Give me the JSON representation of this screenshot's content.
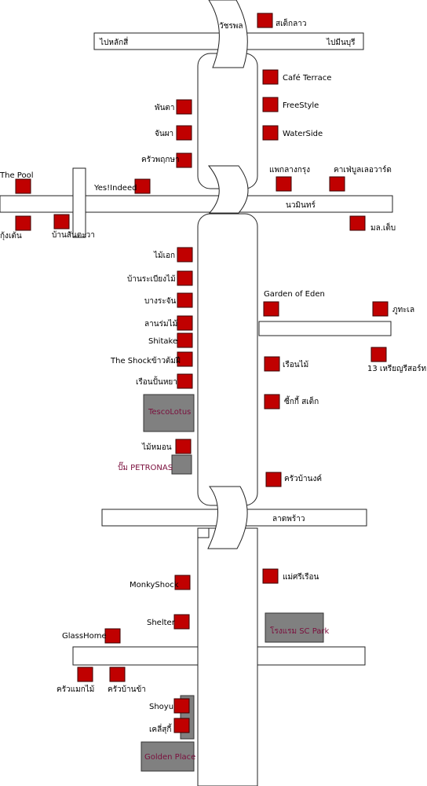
{
  "colors": {
    "marker": "#c00000",
    "building": "#808080",
    "road": "#ffffff",
    "place_text": "#7a0e3c"
  },
  "roads": {
    "watcharaphon": "วัชรพล",
    "lak_si": "ไปหลักสี่",
    "min_buri": "ไปมีนบุรี",
    "nawamin": "นวมินทร์",
    "lat_phrao": "ลาดพร้าว"
  },
  "places": [
    "สเต็กลาว",
    "Café Terrace",
    "FreeStyle",
    "WaterSide",
    "พันตา",
    "จันผา",
    "ครัวพฤกษา",
    "The Pool",
    "Yes!Indeed",
    "แพกลางกรุง",
    "คาเฟ่บูลเลอวาร์ด",
    "กุ้งเต้น",
    "บ้านสันตะวา",
    "มล.เต็บ",
    "ไม้เอก",
    "บ้านระเบียงไม้",
    "บางระจัน",
    "ลานร่มไม้",
    "Shitake",
    "The Shockข้าวต้มฝี",
    "เรือนปั้นหยา",
    "Garden of Eden",
    "ภูทะเล",
    "13 เหรียญรีสอร์ท",
    "เรือนไม้",
    "ซี้กกี้ สเต็ก",
    "ไม้หมอน",
    "ครัวบ้านงค์",
    "แม่ศรีเรือน",
    "MonkyShock",
    "Shelter",
    "GlassHome",
    "ครัวแมกไม้",
    "ครัวบ้านข้า",
    "Shoyu",
    "เคลี่สุกี้"
  ],
  "buildings": [
    "TescoLotus",
    "ปั๊ม PETRONAS",
    "โรงแรม SC Park",
    "Golden Place"
  ]
}
